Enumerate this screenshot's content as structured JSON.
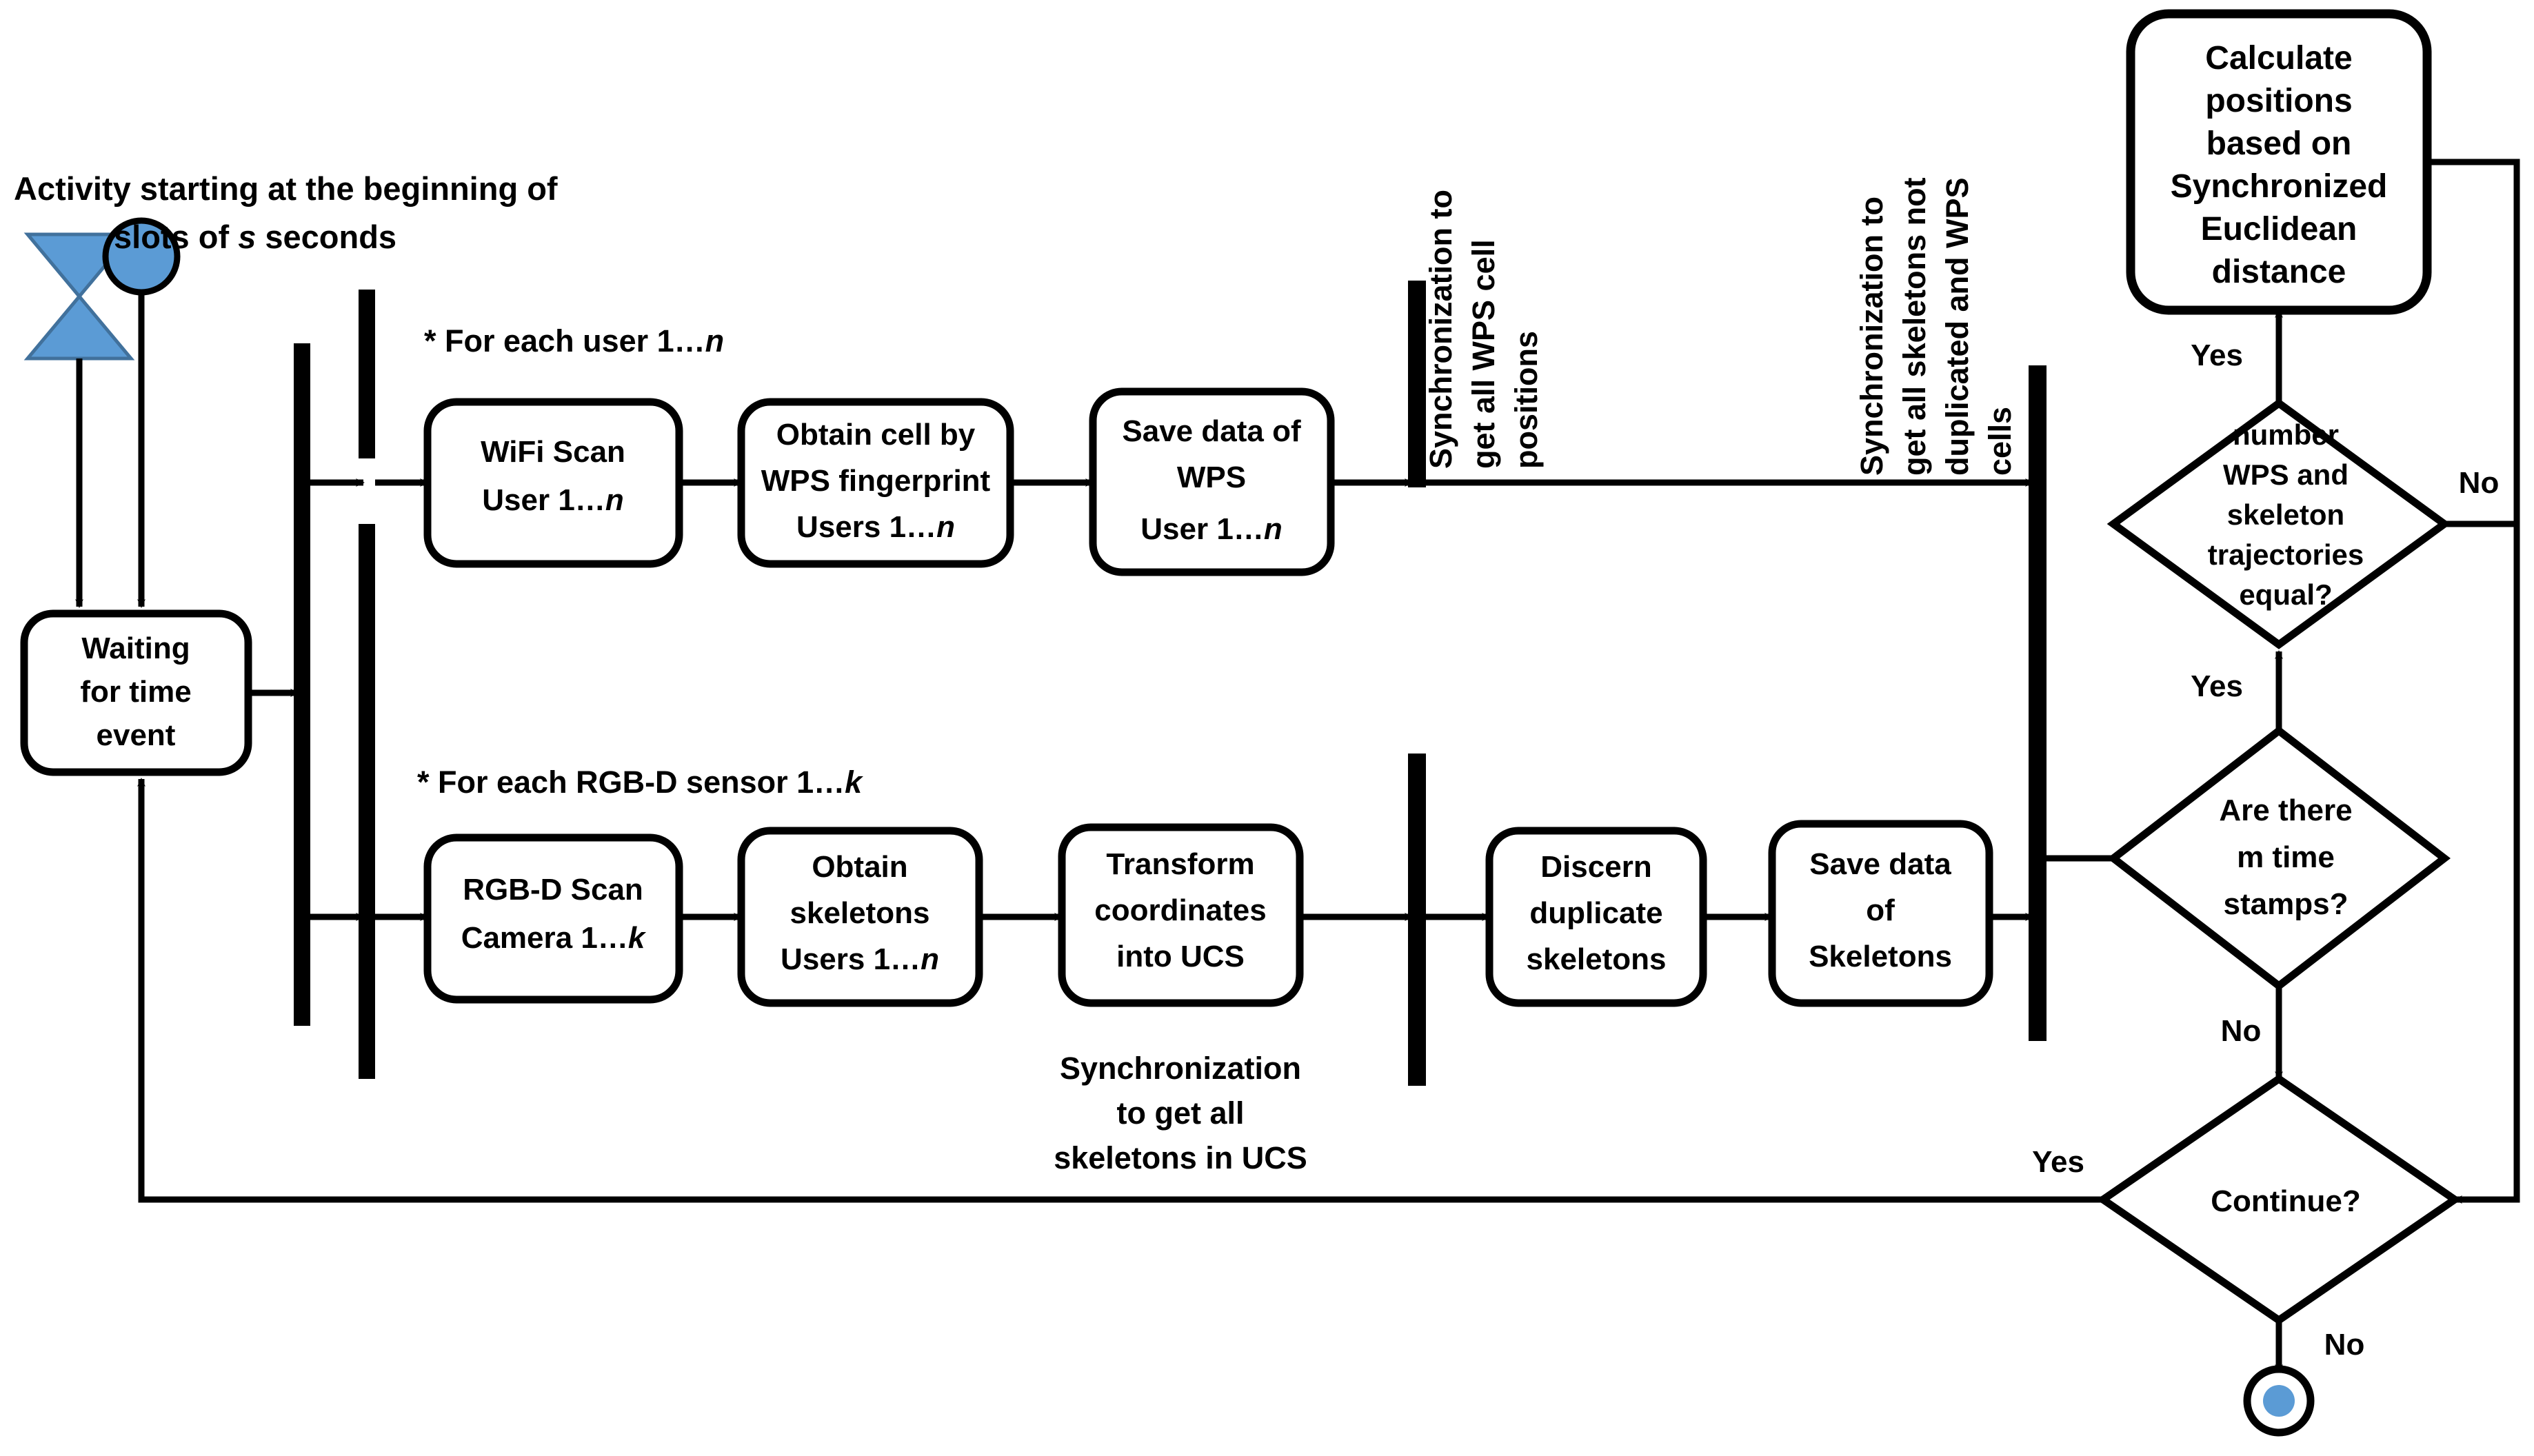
{
  "diagram": {
    "type": "uml-activity-diagram",
    "title_note": {
      "line1": "Activity starting at the beginning of",
      "line2_a": "slots of ",
      "line2_italic": "s",
      "line2_b": " seconds"
    },
    "colors": {
      "accent_blue": "#5B9BD5",
      "stroke_black": "#000000",
      "background": "#FFFFFF"
    },
    "nodes": {
      "start_hourglass": "start-time-event-hourglass",
      "initial_node": "initial-node",
      "final_node": "activity-final-node"
    },
    "activities": [
      {
        "id": "waiting",
        "lines": [
          "Waiting",
          "for time",
          "event"
        ]
      },
      {
        "id": "wifi-scan",
        "lines": [
          "WiFi Scan",
          "User 1…"
        ],
        "italic_tail": "n"
      },
      {
        "id": "obtain-cell",
        "lines": [
          "Obtain cell by",
          "WPS fingerprint",
          "Users 1…"
        ],
        "italic_tail": "n"
      },
      {
        "id": "save-wps",
        "lines": [
          "Save data of",
          "WPS",
          "User 1…"
        ],
        "italic_tail": "n"
      },
      {
        "id": "rgbd-scan",
        "lines": [
          "RGB-D Scan",
          "Camera 1…"
        ],
        "italic_tail": "k"
      },
      {
        "id": "obtain-skeletons",
        "lines": [
          "Obtain",
          "skeletons",
          "Users 1…"
        ],
        "italic_tail": "n"
      },
      {
        "id": "transform-coords",
        "lines": [
          "Transform",
          "coordinates",
          "into UCS"
        ]
      },
      {
        "id": "discern-duplicates",
        "lines": [
          "Discern",
          "duplicate",
          "skeletons"
        ]
      },
      {
        "id": "save-skeletons",
        "lines": [
          "Save data",
          "of",
          "Skeletons"
        ]
      },
      {
        "id": "calculate-positions",
        "lines": [
          "Calculate",
          "positions",
          "based on",
          "Synchronized",
          "Euclidean",
          "distance"
        ]
      }
    ],
    "decisions": [
      {
        "id": "trajectories-equal",
        "lines": [
          "number",
          "WPS and",
          "skeleton",
          "trajectories",
          "equal?"
        ]
      },
      {
        "id": "m-time-stamps",
        "lines": [
          "Are there",
          "m  time",
          "stamps?"
        ],
        "italic_word": "m"
      },
      {
        "id": "continue",
        "lines": [
          "Continue?"
        ]
      }
    ],
    "notes": [
      {
        "id": "for-each-user",
        "text": "* For each user 1…",
        "italic_tail": "n"
      },
      {
        "id": "for-each-rgbd",
        "text": "* For each RGB-D sensor 1…",
        "italic_tail": "k"
      },
      {
        "id": "sync-skeletons-ucs",
        "lines": [
          "Synchronization",
          "to get all",
          "skeletons in UCS"
        ]
      }
    ],
    "sync_bar_labels": [
      {
        "id": "sync-wps-cells",
        "lines": [
          "Synchronization to",
          "get all WPS  cell",
          "positions"
        ],
        "rotated": true
      },
      {
        "id": "sync-skeletons-wps",
        "lines": [
          "Synchronization to",
          "get all skeletons not",
          "duplicated and WPS",
          "cells"
        ],
        "rotated": true
      }
    ],
    "edge_labels": {
      "yes_top": "Yes",
      "no_top_right": "No",
      "yes_mid": "Yes",
      "no_mid": "No",
      "yes_bottom": "Yes",
      "no_bottom": "No"
    }
  }
}
